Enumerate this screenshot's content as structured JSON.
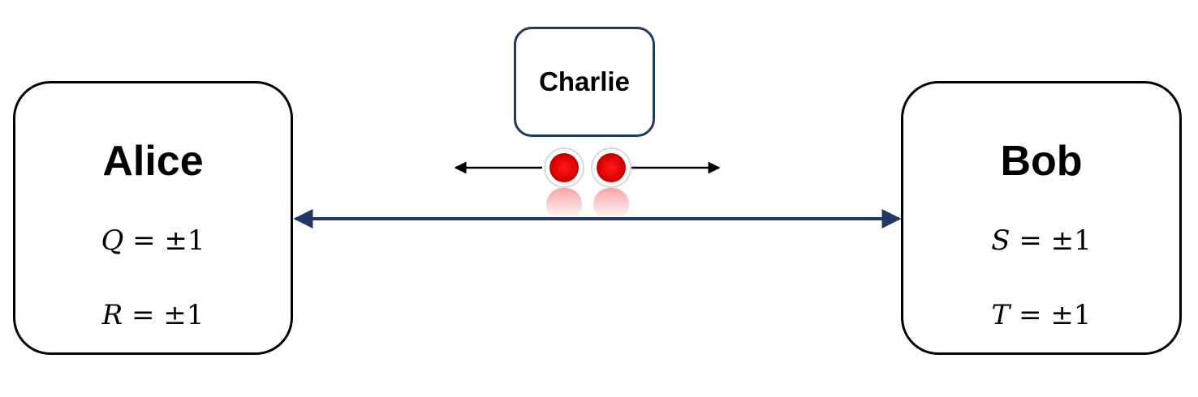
{
  "alice": {
    "name": "Alice",
    "eq1": {
      "var": "Q",
      "rhs": " = ±1"
    },
    "eq2": {
      "var": "R",
      "rhs": " = ±1"
    }
  },
  "bob": {
    "name": "Bob",
    "eq1": {
      "var": "S",
      "rhs": " = ±1"
    },
    "eq2": {
      "var": "T",
      "rhs": " = ±1"
    }
  },
  "charlie": {
    "name": "Charlie"
  },
  "colors": {
    "box_border": "#000000",
    "charlie_border": "#1f3864",
    "channel_arrow": "#1f3864",
    "particle": "#e00000"
  }
}
